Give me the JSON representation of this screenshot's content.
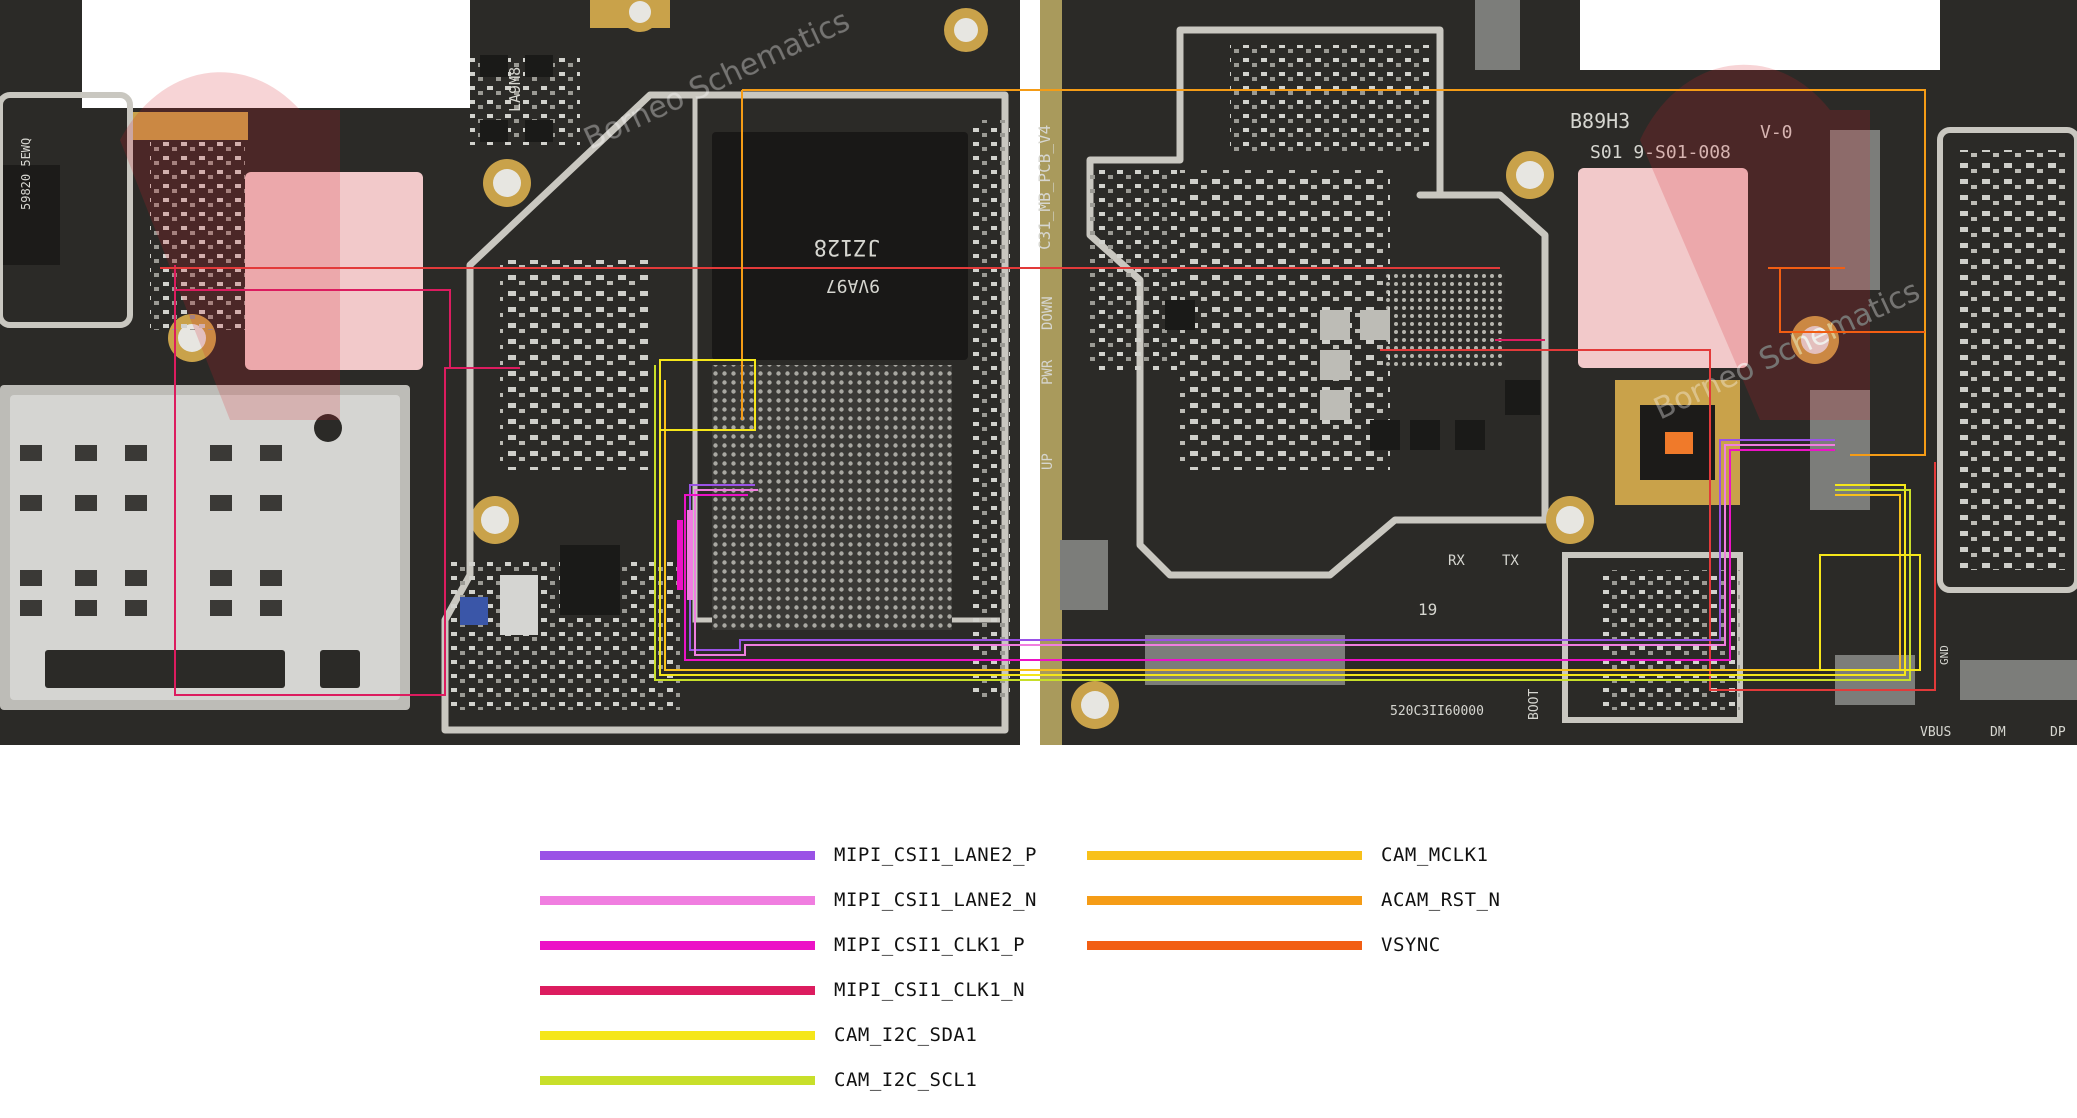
{
  "board": {
    "silkscreen": {
      "left_chip_label": "LA9M8",
      "memory_marking_1": "JZ128",
      "memory_marking_2": "9VA97",
      "pcb_name": "C31_MB_PCB_V4",
      "btn_down": "DOWN",
      "btn_pwr": "PWR",
      "btn_up": "UP",
      "top_code": "B89H3",
      "part_code": "S01 9-S01-008",
      "version": "V-0",
      "rx": "RX",
      "tx": "TX",
      "number_19": "19",
      "serial": "520C3II60000",
      "boot": "BOOT",
      "vbus": "VBUS",
      "dm": "DM",
      "dp": "DP",
      "gnd": "GND",
      "left_code": "59820 5EWQ",
      "watermark": "Borneo Schematics"
    },
    "colors": {
      "pcb": "#2b2a27",
      "pcb_dark": "#1f1e1c",
      "copper_outline": "#c9c7c0",
      "pad_gold": "#c9a24a",
      "pad_silver": "#d5d5d2",
      "watermark_red": "#d8232a"
    }
  },
  "legend": {
    "items": [
      {
        "label": "MIPI_CSI1_LANE2_P",
        "color": "#9a52e6"
      },
      {
        "label": "MIPI_CSI1_LANE2_N",
        "color": "#f07ee0"
      },
      {
        "label": "MIPI_CSI1_CLK1_P",
        "color": "#ec12c6"
      },
      {
        "label": "MIPI_CSI1_CLK1_N",
        "color": "#dc1c5f"
      },
      {
        "label": "CAM_I2C_SDA1",
        "color": "#f5e61a"
      },
      {
        "label": "CAM_I2C_SCL1",
        "color": "#c8df2a"
      },
      {
        "label": "CAM_MCLK1",
        "color": "#f8c11a"
      },
      {
        "label": "ACAM_RST_N",
        "color": "#f59c16"
      },
      {
        "label": "VSYNC",
        "color": "#f25e13"
      }
    ]
  }
}
